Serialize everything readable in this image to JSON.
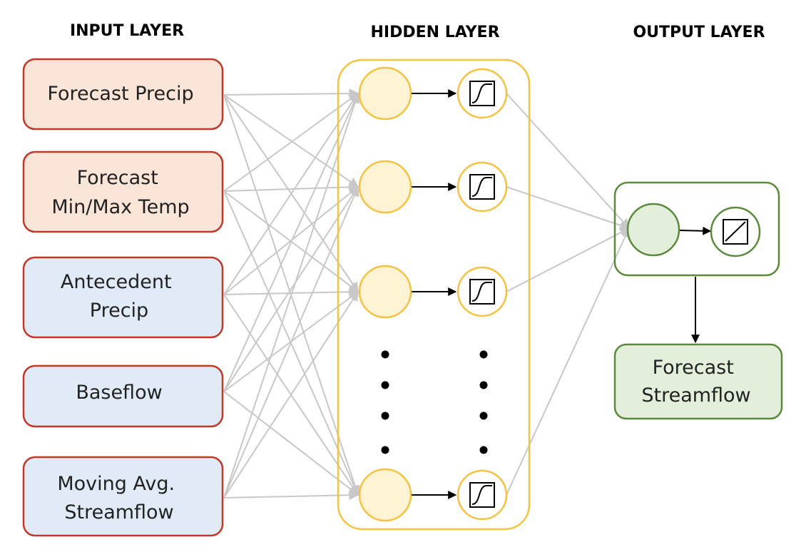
{
  "headings": {
    "input": "INPUT LAYER",
    "hidden": "HIDDEN LAYER",
    "output": "OUTPUT LAYER"
  },
  "inputs": [
    {
      "lines": [
        "Forecast Precip"
      ],
      "fill": "#fae5d8"
    },
    {
      "lines": [
        "Forecast",
        "Min/Max Temp"
      ],
      "fill": "#fae5d8"
    },
    {
      "lines": [
        "Antecedent",
        "Precip"
      ],
      "fill": "#e0ebf7"
    },
    {
      "lines": [
        "Baseflow"
      ],
      "fill": "#e0ebf7"
    },
    {
      "lines": [
        "Moving Avg.",
        "Streamflow"
      ],
      "fill": "#e0ebf7"
    }
  ],
  "output": {
    "lines": [
      "Forecast",
      "Streamflow"
    ]
  },
  "hidden_activation": "sigmoid-icon",
  "output_activation": "linear-icon",
  "colors": {
    "input_border": "#c0392b",
    "hidden_border": "#f5c242",
    "hidden_fill": "#fef3d2",
    "output_border": "#5b8a3c",
    "output_fill": "#e3efda",
    "connection": "#c8c8c8",
    "arrow": "#000000"
  }
}
